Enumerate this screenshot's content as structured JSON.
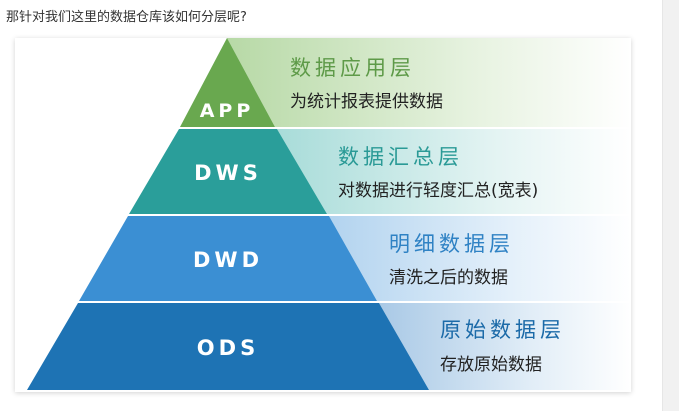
{
  "question": "那针对我们这里的数据仓库该如何分层呢?",
  "layers": [
    {
      "abbr": "APP",
      "name": "数据应用层",
      "desc": "为统计报表提供数据",
      "color": "#69a84f",
      "name_color": "#5e9a48"
    },
    {
      "abbr": "DWS",
      "name": "数据汇总层",
      "desc": "对数据进行轻度汇总(宽表)",
      "color": "#2a9e9a",
      "name_color": "#2a9a96"
    },
    {
      "abbr": "DWD",
      "name": "明细数据层",
      "desc": "清洗之后的数据",
      "color": "#3b8fd3",
      "name_color": "#2f82c4"
    },
    {
      "abbr": "ODS",
      "name": "原始数据层",
      "desc": "存放原始数据",
      "color": "#1e73b4",
      "name_color": "#1b6aa8"
    }
  ]
}
